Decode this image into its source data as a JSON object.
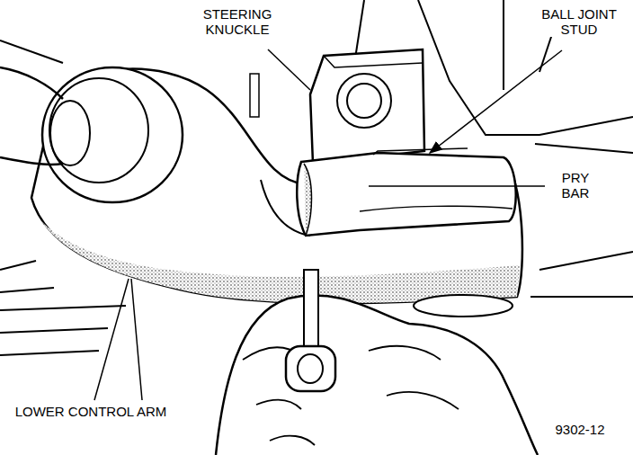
{
  "diagram": {
    "labels": [
      "STEERING KNUCKLE",
      "BALL JOINT STUD",
      "PRY BAR",
      "LOWER CONTROL ARM",
      "9302-12"
    ]
  }
}
